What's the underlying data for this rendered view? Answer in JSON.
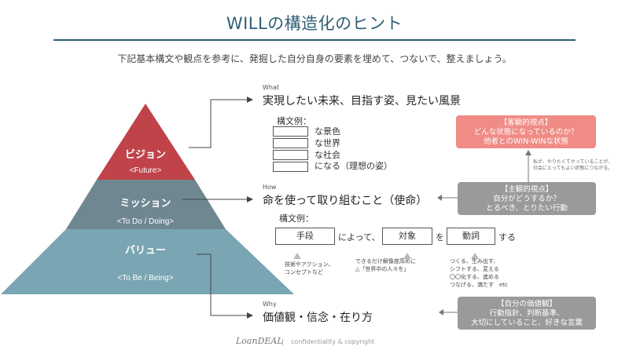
{
  "title": "WILLの構造化のヒント",
  "subtitle": "下記基本構文や観点を参考に、発掘した自分自身の要素を埋めて、つないで、整えましょう。",
  "pyramid": {
    "top_title": "ビジョン",
    "top_sub": "<Future>",
    "mid_title": "ミッション",
    "mid_sub": "<To Do / Doing>",
    "base_title": "バリュー",
    "base_sub": "<To Be / Being>",
    "colors": {
      "top": "#c0434a",
      "mid": "#6e8791",
      "base": "#7aa5b2"
    }
  },
  "what": {
    "tag": "What",
    "heading": "実現したい未来、目指す姿、見たい風景",
    "example_label": "構文例：",
    "rows": [
      "な景色",
      "な世界",
      "な社会",
      "になる（理想の姿）"
    ]
  },
  "how": {
    "tag": "How",
    "heading": "命を使って取り組むこと（使命）",
    "example_label": "構文例：",
    "box1": "手段",
    "conn1": "によって、",
    "box2": "対象",
    "conn2": "を",
    "box3": "動詞",
    "conn3": "する",
    "note1": "技術やアクション、\nコンセプトなど",
    "note2": "できるだけ解像度高めに\n△「世界中の人々を」",
    "note3": "つくる、生み出す、\nシフトする、変える\n〇〇化する、進める\nつなげる、満たす　etc"
  },
  "why": {
    "tag": "Why",
    "heading": "価値観・信念・在り方"
  },
  "callouts": {
    "objective": {
      "title": "【客観的視点】",
      "line1": "どんな状態になっているのか？",
      "line2": "他者とのWIN-WINな状態",
      "color": "#f08b86"
    },
    "note": "私が、やりたくてやっていることが、\n社会にとってもよい状態につながる。",
    "subjective": {
      "title": "【主観的視点】",
      "line1": "自分がどうするか？",
      "line2": "とるべき、とりたい行動",
      "color": "#9a9a9a"
    },
    "values": {
      "title": "【自分の価値観】",
      "line1": "行動指針、判断基準、",
      "line2": "大切にしていること、好きな言葉",
      "color": "#9a9a9a"
    }
  },
  "footer": {
    "logo": "LoanDEAL",
    "separator": "|",
    "text": "confidentiality & copyright"
  }
}
